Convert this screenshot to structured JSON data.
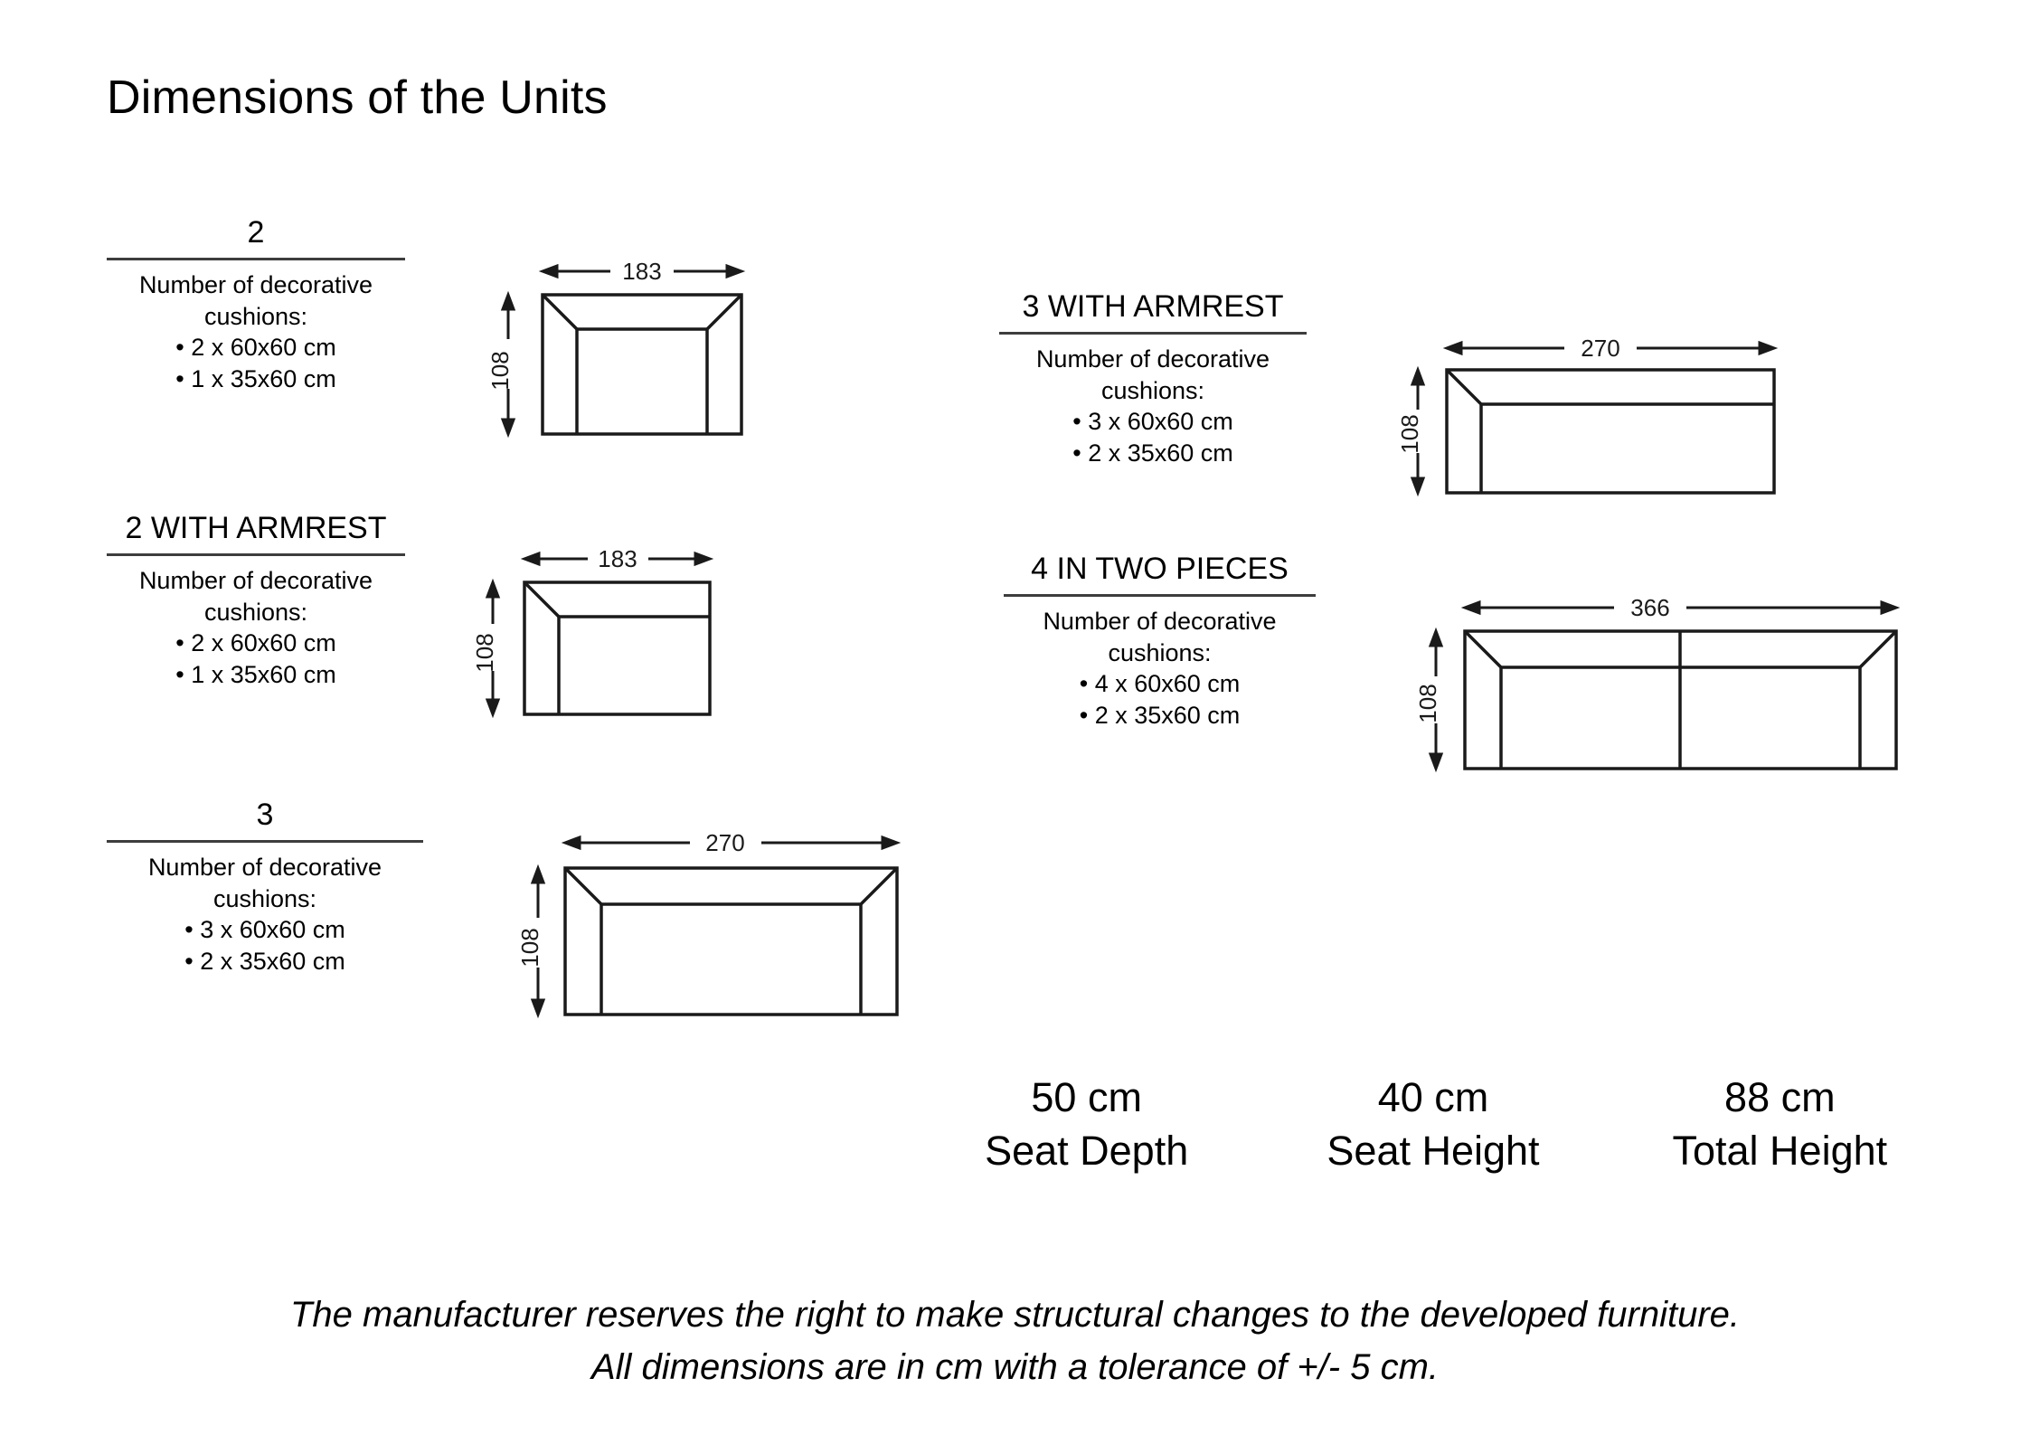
{
  "title": "Dimensions of the Units",
  "common": {
    "cushion_intro_line1": "Number of decorative",
    "cushion_intro_line2": "cushions:"
  },
  "units": [
    {
      "id": "unit-2",
      "heading": "2",
      "cushions": [
        "• 2 x 60x60 cm",
        "• 1 x 35x60 cm"
      ],
      "drawing": {
        "width_label": "183",
        "height_label": "108",
        "armrests": "both",
        "split": false
      }
    },
    {
      "id": "unit-2-with-armrest",
      "heading": "2 WITH ARMREST",
      "cushions": [
        "• 2 x 60x60 cm",
        "• 1 x 35x60 cm"
      ],
      "drawing": {
        "width_label": "183",
        "height_label": "108",
        "armrests": "left",
        "split": false
      }
    },
    {
      "id": "unit-3",
      "heading": "3",
      "cushions": [
        "• 3 x 60x60 cm",
        "• 2 x 35x60 cm"
      ],
      "drawing": {
        "width_label": "270",
        "height_label": "108",
        "armrests": "both",
        "split": false
      }
    },
    {
      "id": "unit-3-with-armrest",
      "heading": "3 WITH ARMREST",
      "cushions": [
        "• 3 x 60x60 cm",
        "• 2 x 35x60 cm"
      ],
      "drawing": {
        "width_label": "270",
        "height_label": "108",
        "armrests": "left",
        "split": false
      }
    },
    {
      "id": "unit-4-in-two-pieces",
      "heading": "4 IN TWO PIECES",
      "cushions": [
        "• 4 x 60x60 cm",
        "• 2 x 35x60 cm"
      ],
      "drawing": {
        "width_label": "366",
        "height_label": "108",
        "armrests": "both",
        "split": true
      }
    }
  ],
  "specs": [
    {
      "value": "50 cm",
      "label": "Seat Depth"
    },
    {
      "value": "40 cm",
      "label": "Seat Height"
    },
    {
      "value": "88 cm",
      "label": "Total Height"
    }
  ],
  "footer": {
    "line1": "The manufacturer reserves the right to make structural changes to the developed furniture.",
    "line2": "All dimensions are in cm with a tolerance of +/- 5 cm."
  },
  "colors": {
    "ink": "#000000",
    "rule": "#3d3d3d",
    "line": "#1a1a1a"
  }
}
